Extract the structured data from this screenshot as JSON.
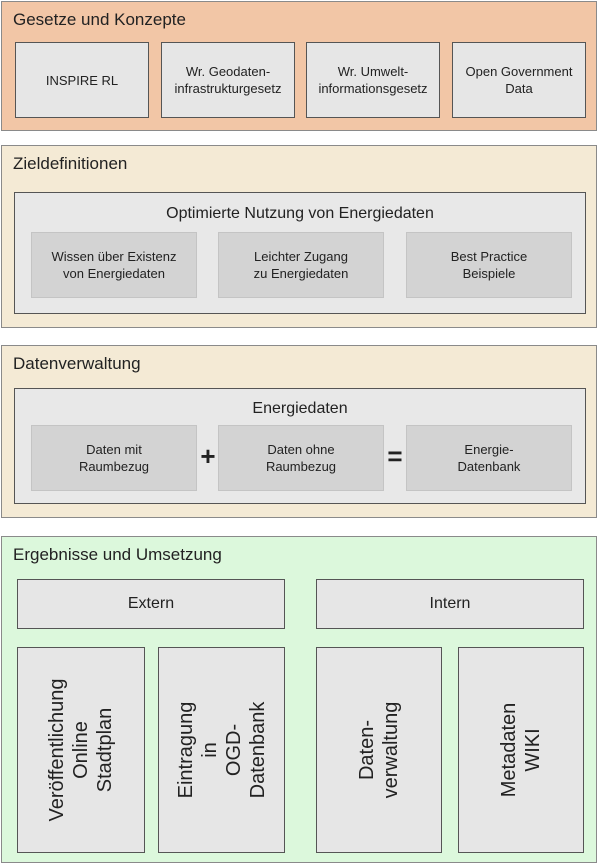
{
  "gesetze": {
    "title": "Gesetze und Konzepte",
    "items": [
      "INSPIRE RL",
      "Wr. Geodaten-\ninfrastrukturgesetz",
      "Wr. Umwelt-\ninformationsgesetz",
      "Open Government\nData"
    ]
  },
  "ziel": {
    "title": "Zieldefinitionen",
    "inner_title": "Optimierte Nutzung von Energiedaten",
    "items": [
      "Wissen über Existenz\nvon Energiedaten",
      "Leichter Zugang\nzu Energiedaten",
      "Best Practice\nBeispiele"
    ]
  },
  "daten": {
    "title": "Datenverwaltung",
    "inner_title": "Energiedaten",
    "items": [
      "Daten mit\nRaumbezug",
      "Daten ohne\nRaumbezug",
      "Energie-\nDatenbank"
    ],
    "plus": "+",
    "equals": "="
  },
  "ergebnisse": {
    "title": "Ergebnisse und Umsetzung",
    "extern": "Extern",
    "intern": "Intern",
    "items": [
      "Veröffentlichung\nOnline Stadtplan",
      "Eintragung in\nOGD-Datenbank",
      "Daten-\nverwaltung",
      "Metadaten WIKI"
    ]
  }
}
